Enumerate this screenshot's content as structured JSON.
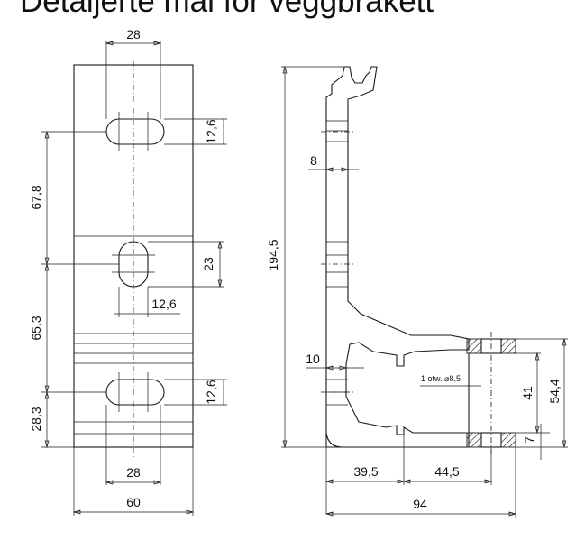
{
  "page": {
    "title": "Detaljerte mål for veggbrakett"
  },
  "front_view": {
    "dims": {
      "top_width": "28",
      "bottom_width": "28",
      "overall_width": "60",
      "slot_top_height": "12,6",
      "slot_bottom_height": "12,6",
      "slot_middle_width": "12,6",
      "slot_middle_length": "23",
      "spacing_upper": "67,8",
      "spacing_lower": "65,3",
      "bottom_offset": "28,3"
    }
  },
  "side_view": {
    "dims": {
      "overall_height": "194,5",
      "wall_thickness": "8",
      "lower_thickness": "10",
      "base_left": "39,5",
      "base_right": "44,5",
      "overall_depth": "94",
      "hole_spacing": "41",
      "flange_height": "54,4",
      "flange_thickness": "7",
      "hole_note": "1 otw. ⌀8,5"
    }
  }
}
